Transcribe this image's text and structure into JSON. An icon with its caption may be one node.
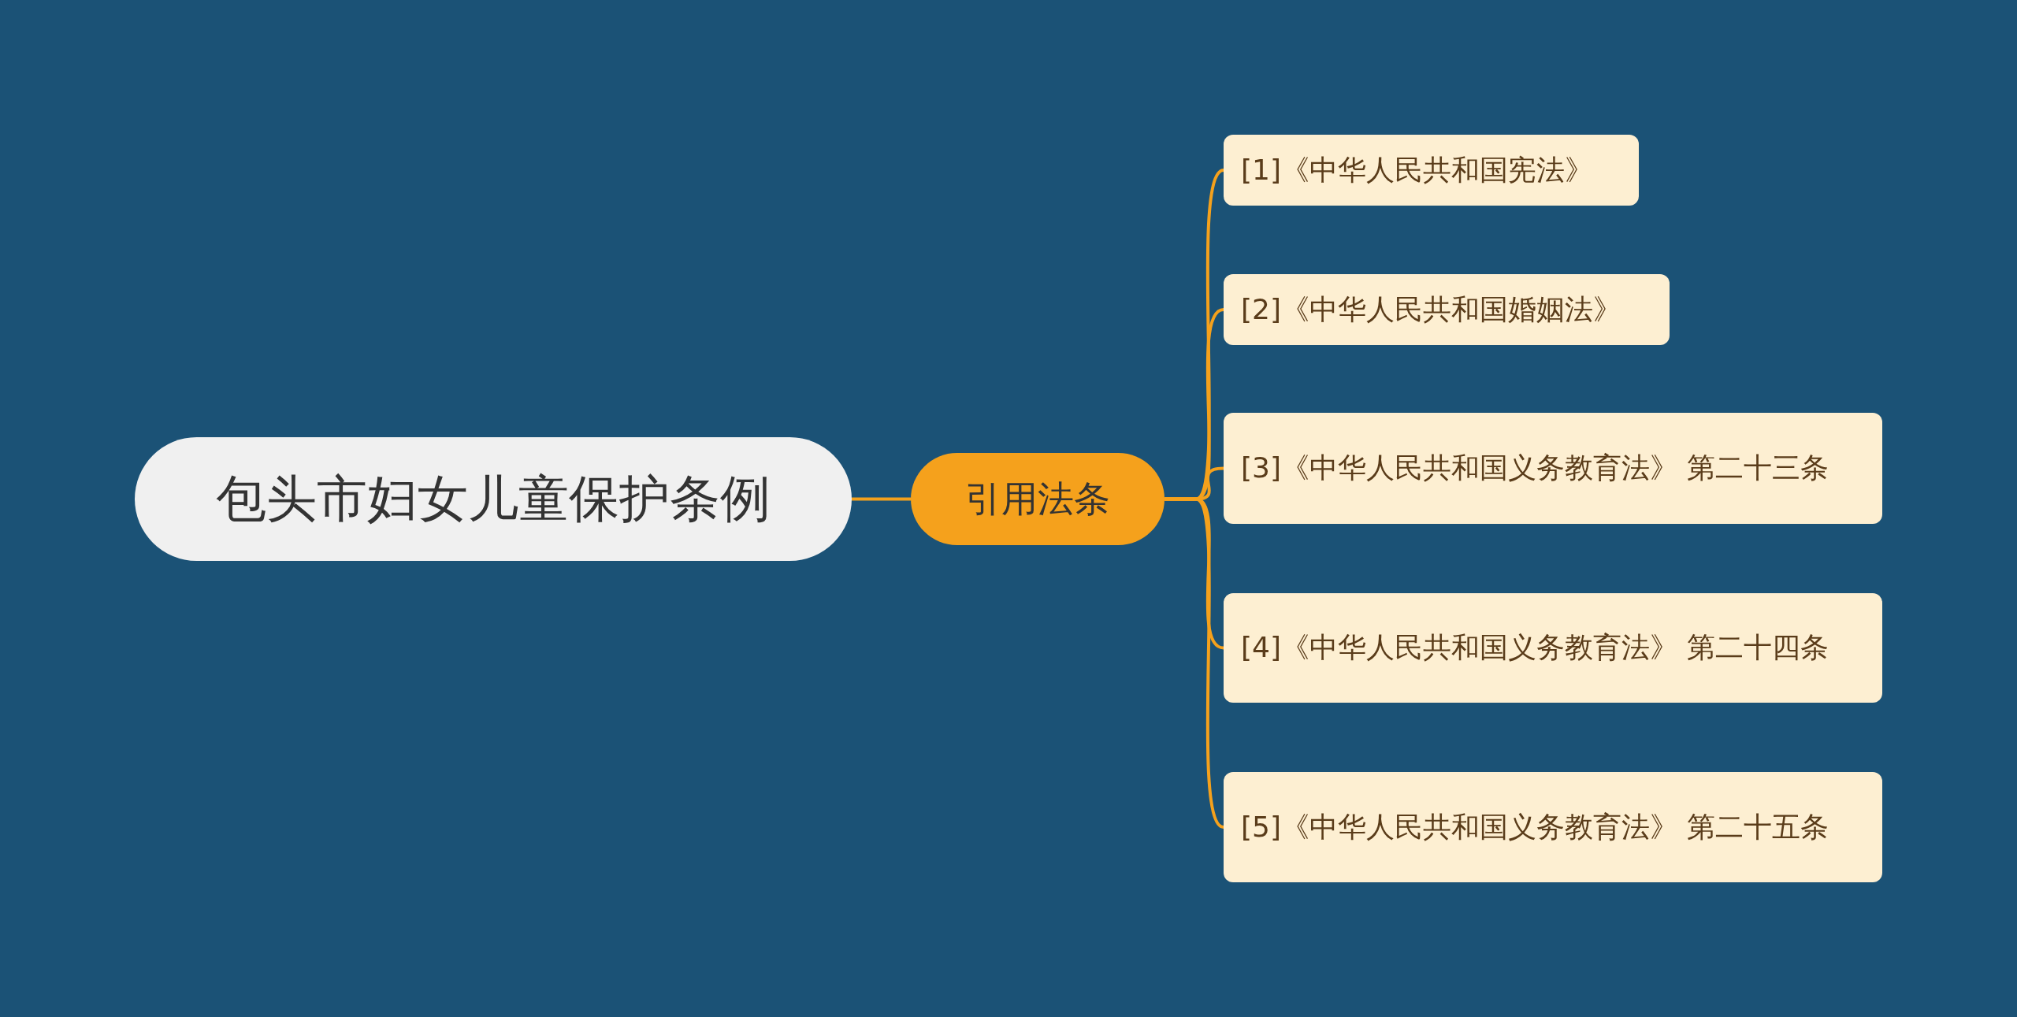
{
  "diagram": {
    "nodes": [
      {
        "text": [
          "包头市妇女儿童保护条例"
        ]
      },
      {
        "text": [
          "引用法条"
        ]
      },
      {
        "text": [
          "[1]《中华人民共和国宪法》"
        ]
      },
      {
        "text": [
          "[2]《中华人民共和国婚姻法》"
        ]
      },
      {
        "text": [
          "[3]《中华人民共和国义务教育法》 第二十三条"
        ]
      },
      {
        "text": [
          "[4]《中华人民共和国义务教育法》 第二十四条"
        ]
      },
      {
        "text": [
          "[5]《中华人民共和国义务教育法》 第二十五条"
        ]
      }
    ],
    "edges": [
      {
        "from": 0,
        "to": 1,
        "arrow": "none"
      },
      {
        "from": 1,
        "to": 2,
        "arrow": "none"
      },
      {
        "from": 1,
        "to": 3,
        "arrow": "none"
      },
      {
        "from": 1,
        "to": 4,
        "arrow": "none"
      },
      {
        "from": 1,
        "to": 5,
        "arrow": "none"
      },
      {
        "from": 1,
        "to": 6,
        "arrow": "none"
      }
    ]
  }
}
